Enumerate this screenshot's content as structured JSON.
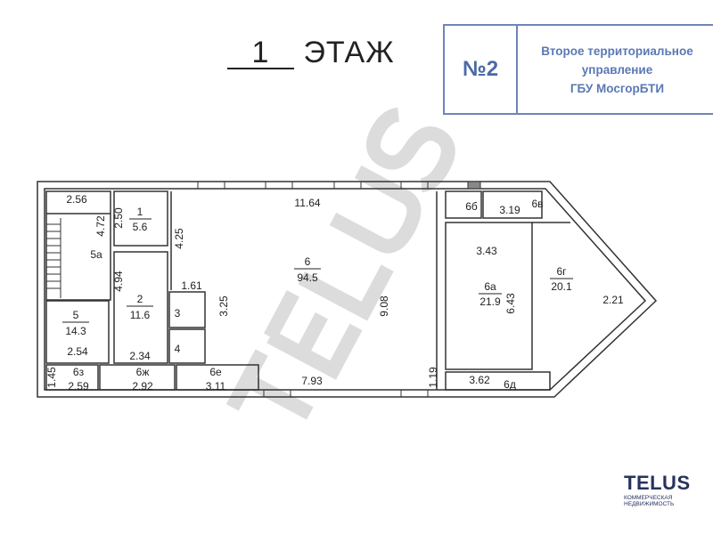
{
  "header": {
    "floor_number": "1",
    "floor_label": "ЭТАЖ"
  },
  "stamp": {
    "number": "№2",
    "line1": "Второе территориальное",
    "line2": "управление",
    "line3": "ГБУ МосгорБТИ"
  },
  "watermark": "TELUS",
  "logo": {
    "brand": "TELUS",
    "line1": "КОММЕРЧЕСКАЯ",
    "line2": "НЕДВИЖИМОСТЬ"
  },
  "rooms": {
    "r1": {
      "id": "1",
      "area": "5.6"
    },
    "r2": {
      "id": "2",
      "area": "11.6"
    },
    "r3": {
      "id": "3"
    },
    "r4": {
      "id": "4"
    },
    "r5": {
      "id": "5",
      "area": "14.3"
    },
    "r5a": {
      "id": "5а"
    },
    "r6": {
      "id": "6",
      "area": "94.5"
    },
    "r6a": {
      "id": "6а",
      "area": "21.9"
    },
    "r6b": {
      "id": "6б"
    },
    "r6v": {
      "id": "6в"
    },
    "r6g": {
      "id": "6г",
      "area": "20.1"
    },
    "r6d": {
      "id": "6д"
    },
    "r6e": {
      "id": "6е"
    },
    "r6zh": {
      "id": "6ж"
    },
    "r6z": {
      "id": "6з"
    }
  },
  "dimensions": {
    "d1164": "11.64",
    "d256": "2.56",
    "d472": "4.72",
    "d250": "2.50",
    "d425": "4.25",
    "d494": "4.94",
    "d161": "1.61",
    "d325": "3.25",
    "d908": "9.08",
    "d254": "2.54",
    "d234": "2.34",
    "d145": "1.45",
    "d259": "2.59",
    "d292": "2.92",
    "d311": "3.11",
    "d793": "7.93",
    "d119": "1.19",
    "d362": "3.62",
    "d343": "3.43",
    "d643": "6.43",
    "d319": "3.19",
    "d221": "2.21"
  },
  "colors": {
    "stamp": "#5a78b4",
    "logo": "#27335f",
    "wall": "#333333"
  }
}
